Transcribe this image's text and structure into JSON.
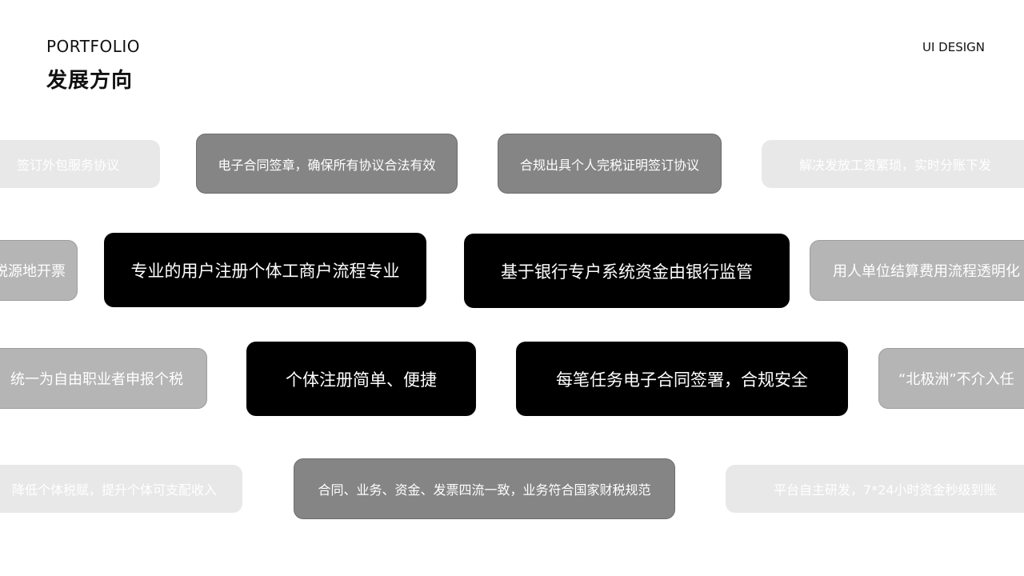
{
  "header": {
    "portfolio": "PORTFOLIO",
    "title": "发展方向",
    "tag": "UI DESIGN"
  },
  "row1": {
    "p1": "签订外包服务协议",
    "p2": "电子合同签章，确保所有协议合法有效",
    "p3": "合规出具个人完税证明签订协议",
    "p4": "解决发放工资繁琐，实时分账下发"
  },
  "row2": {
    "p1": "税源地开票",
    "p2": "专业的用户注册个体工商户流程专业",
    "p3": "基于银行专户系统资金由银行监管",
    "p4": "用人单位结算费用流程透明化"
  },
  "row3": {
    "p1": "统一为自由职业者申报个税",
    "p2": "个体注册简单、便捷",
    "p3": "每笔任务电子合同签署，合规安全",
    "p4": "“北极洲”不介入任"
  },
  "row4": {
    "p1": "降低个体税赋，提升个体可支配收入",
    "p2": "合同、业务、资金、发票四流一致，业务符合国家财税规范",
    "p3": "平台自主研发，7*24小时资金秒级到账"
  },
  "colors": {
    "black": "#000000",
    "dark_gray": "#858585",
    "mid_gray": "#b5b5b5",
    "light_gray": "#e8e8e8"
  }
}
